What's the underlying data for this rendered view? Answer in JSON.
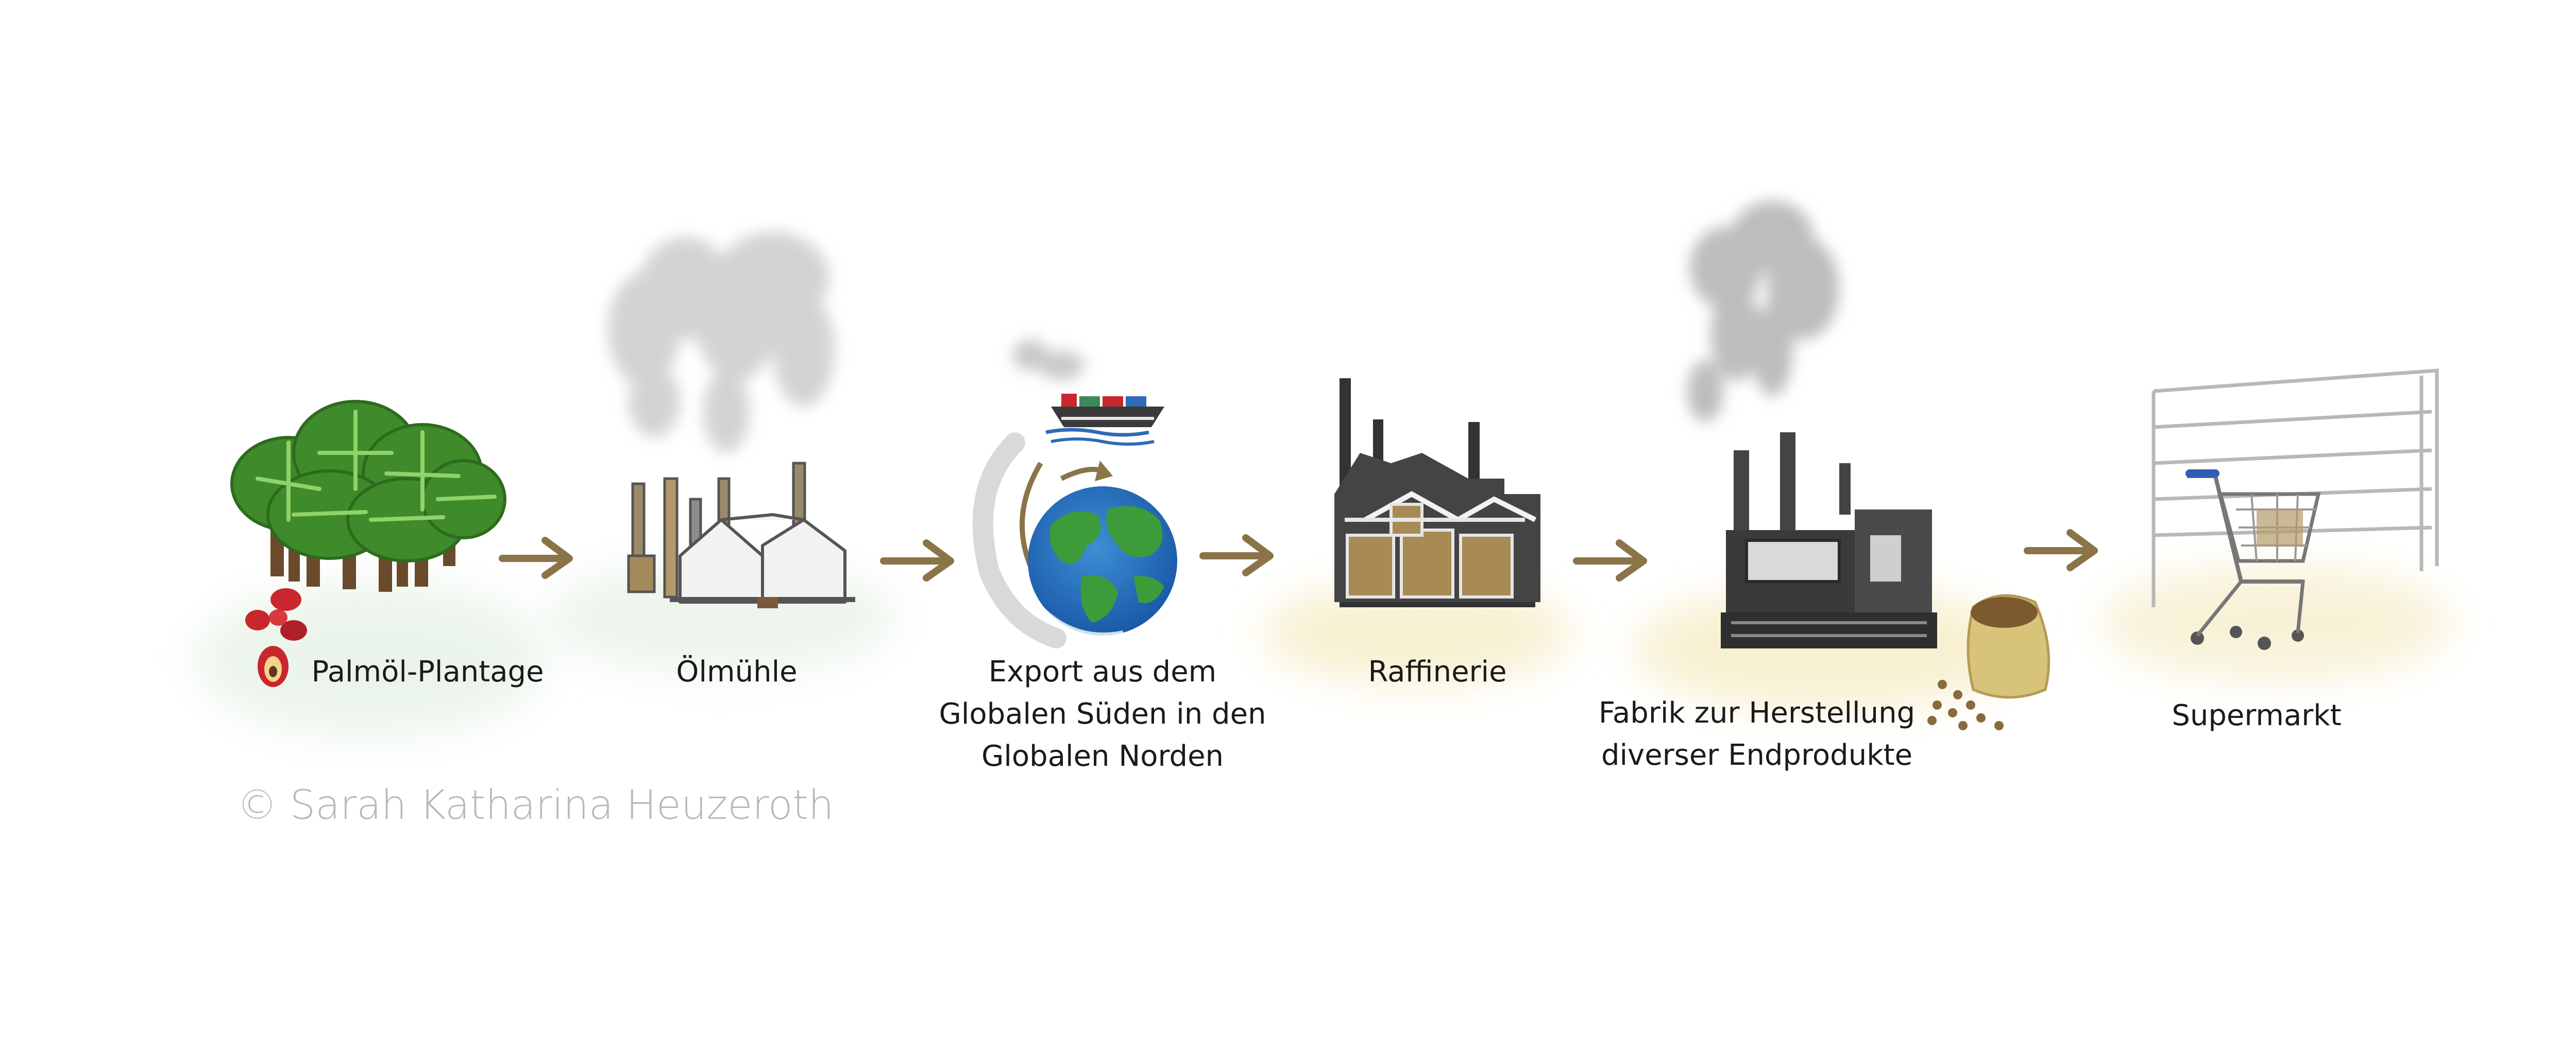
{
  "steps": [
    {
      "id": "plantation",
      "label": "Palmöl-Plantage",
      "icon": "palm-plantation-icon"
    },
    {
      "id": "oil-mill",
      "label": "Ölmühle",
      "icon": "oil-mill-icon"
    },
    {
      "id": "export",
      "label_lines": [
        "Export aus dem",
        "Globalen Süden in den",
        "Globalen Norden"
      ],
      "icon": "globe-ship-icon"
    },
    {
      "id": "refinery",
      "label": "Raffinerie",
      "icon": "refinery-icon"
    },
    {
      "id": "factory",
      "label_lines": [
        "Fabrik zur Herstellung",
        "diverser Endprodukte"
      ],
      "icon": "factory-icon"
    },
    {
      "id": "supermarket",
      "label": "Supermarkt",
      "icon": "shopping-cart-icon"
    }
  ],
  "copyright": "© Sarah Katharina Heuzeroth",
  "colors": {
    "arrow": "#8a7448",
    "palm": "#3f8a2a",
    "fruit": "#c8272d",
    "steel": "#6c6c6c",
    "box": "#a88a55",
    "smoke": "#c9c9c9"
  }
}
